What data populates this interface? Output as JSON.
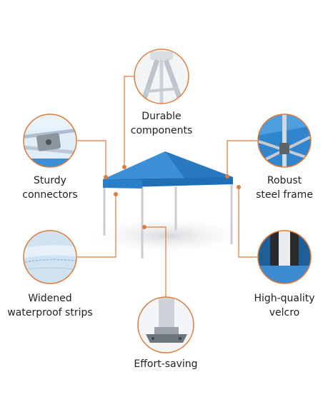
{
  "features": [
    {
      "id": "durable",
      "lines": [
        "Durable",
        "components"
      ]
    },
    {
      "id": "connectors",
      "lines": [
        "Sturdy",
        "connectors"
      ]
    },
    {
      "id": "frame",
      "lines": [
        "Robust",
        "steel frame"
      ]
    },
    {
      "id": "strips",
      "lines": [
        "Widened",
        "waterproof strips"
      ]
    },
    {
      "id": "velcro",
      "lines": [
        "High-quality",
        "velcro"
      ]
    },
    {
      "id": "effort",
      "lines": [
        "Effort-saving"
      ]
    }
  ],
  "colors": {
    "accent": "#e07a3a",
    "canopy": "#2f86cf",
    "canopy_dark": "#1e6fb5",
    "frame": "#c9ccd1"
  }
}
